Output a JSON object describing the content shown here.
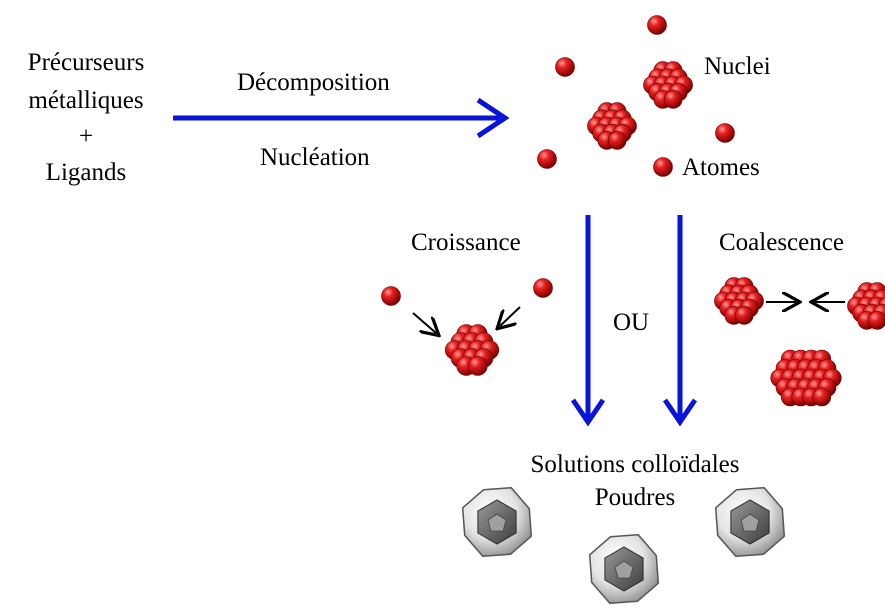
{
  "precursor": {
    "line1": "Précurseurs",
    "line2": "métalliques",
    "plus": "+",
    "line3": "Ligands"
  },
  "arrow_labels": {
    "top": "Décomposition",
    "bottom": "Nucléation"
  },
  "labels": {
    "nuclei": "Nuclei",
    "atomes": "Atomes",
    "croissance": "Croissance",
    "coalescence": "Coalescence",
    "ou": "OU",
    "solutions": "Solutions colloïdales",
    "poudres": "Poudres"
  },
  "colors": {
    "arrow": "#0a14d8",
    "atom": "#d81414",
    "atom_dark": "#8a0000",
    "atom_light": "#ff8a8a",
    "shell": "#d9d9d9",
    "core": "#6a6a6a"
  }
}
